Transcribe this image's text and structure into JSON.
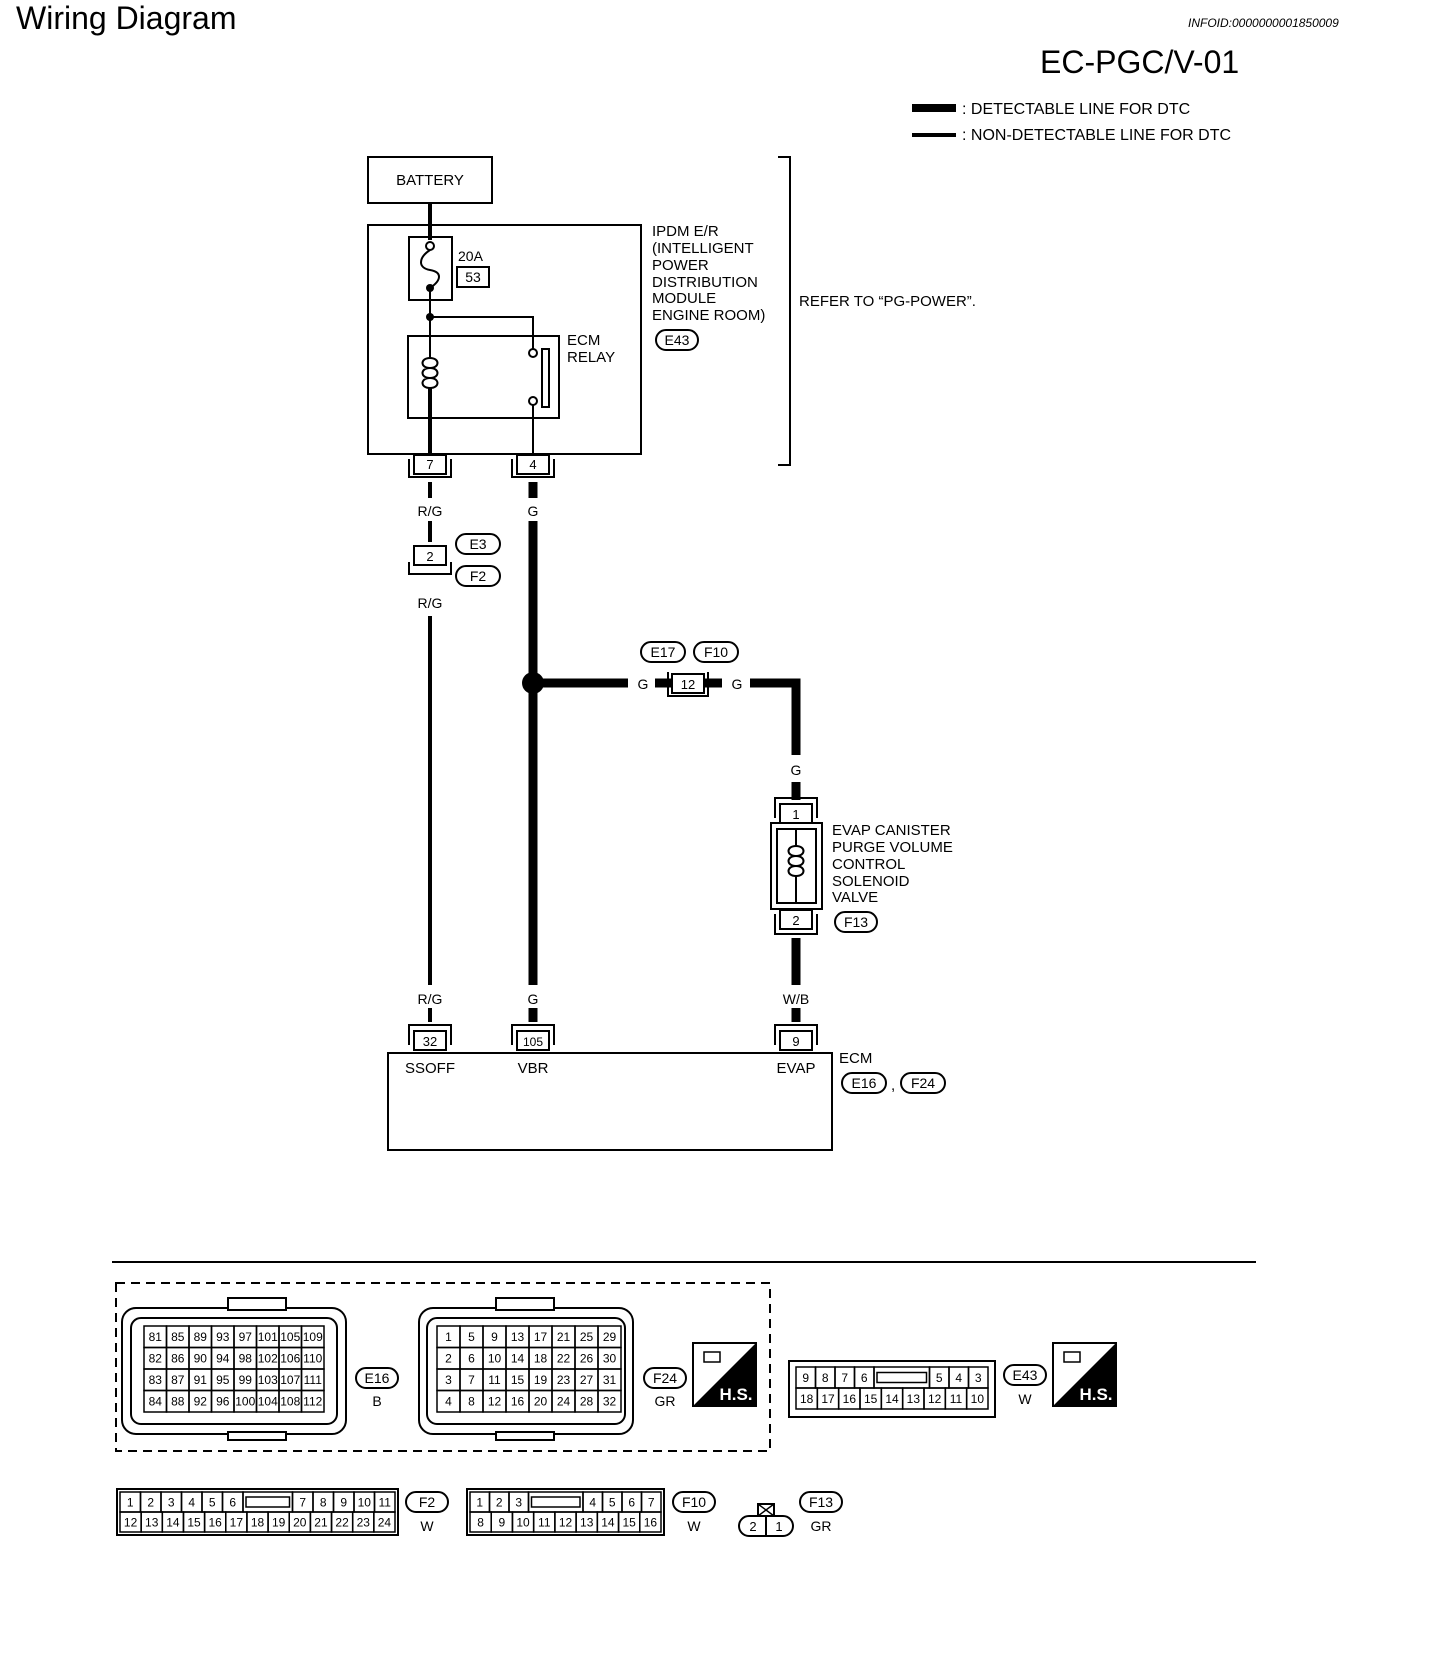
{
  "header": {
    "title": "Wiring Diagram",
    "infoid": "INFOID:0000000001850009",
    "page_code": "EC-PGC/V-01"
  },
  "legend": {
    "detectable": ": DETECTABLE LINE FOR DTC",
    "non_detectable": ": NON-DETECTABLE LINE FOR DTC"
  },
  "battery": {
    "label": "BATTERY"
  },
  "ipdm": {
    "fuse_rating": "20A",
    "fuse_number": "53",
    "name_lines": [
      "IPDM E/R",
      "(INTELLIGENT",
      "POWER",
      "DISTRIBUTION",
      "MODULE",
      "ENGINE ROOM)"
    ],
    "connector": "E43",
    "refer": "REFER TO “PG-POWER”.",
    "relay_label_lines": [
      "ECM",
      "RELAY"
    ],
    "pin_left": "7",
    "pin_right": "4"
  },
  "wires": {
    "rg": "R/G",
    "g": "G",
    "wb": "W/B"
  },
  "joint_e3": {
    "pin": "2",
    "conn_a": "E3",
    "conn_b": "F2"
  },
  "joint_e17": {
    "pin": "12",
    "conn_a": "E17",
    "conn_b": "F10"
  },
  "solenoid": {
    "pin_top": "1",
    "pin_bottom": "2",
    "name_lines": [
      "EVAP CANISTER",
      "PURGE VOLUME",
      "CONTROL",
      "SOLENOID",
      "VALVE"
    ],
    "connector": "F13"
  },
  "ecm": {
    "label": "ECM",
    "conn_a": "E16",
    "conn_b": "F24",
    "separator": ",",
    "terminals": [
      {
        "pin": "32",
        "name": "SSOFF"
      },
      {
        "pin": "105",
        "name": "VBR"
      },
      {
        "pin": "9",
        "name": "EVAP"
      }
    ]
  },
  "connector_views": {
    "e16": {
      "id": "E16",
      "color": "B",
      "rows": [
        [
          "81",
          "85",
          "89",
          "93",
          "97",
          "101",
          "105",
          "109"
        ],
        [
          "82",
          "86",
          "90",
          "94",
          "98",
          "102",
          "106",
          "110"
        ],
        [
          "83",
          "87",
          "91",
          "95",
          "99",
          "103",
          "107",
          "111"
        ],
        [
          "84",
          "88",
          "92",
          "96",
          "100",
          "104",
          "108",
          "112"
        ]
      ]
    },
    "f24": {
      "id": "F24",
      "color": "GR",
      "badge": "H.S.",
      "rows": [
        [
          "1",
          "5",
          "9",
          "13",
          "17",
          "21",
          "25",
          "29"
        ],
        [
          "2",
          "6",
          "10",
          "14",
          "18",
          "22",
          "26",
          "30"
        ],
        [
          "3",
          "7",
          "11",
          "15",
          "19",
          "23",
          "27",
          "31"
        ],
        [
          "4",
          "8",
          "12",
          "16",
          "20",
          "24",
          "28",
          "32"
        ]
      ]
    },
    "e43": {
      "id": "E43",
      "color": "W",
      "badge": "H.S.",
      "row1": [
        "9",
        "8",
        "7",
        "6",
        "",
        "5",
        "4",
        "3"
      ],
      "row2": [
        "18",
        "17",
        "16",
        "15",
        "14",
        "13",
        "12",
        "11",
        "10"
      ]
    },
    "f2": {
      "id": "F2",
      "color": "W",
      "row1": [
        "1",
        "2",
        "3",
        "4",
        "5",
        "6",
        "",
        "7",
        "8",
        "9",
        "10",
        "11"
      ],
      "row2": [
        "12",
        "13",
        "14",
        "15",
        "16",
        "17",
        "18",
        "19",
        "20",
        "21",
        "22",
        "23",
        "24"
      ]
    },
    "f10": {
      "id": "F10",
      "color": "W",
      "row1": [
        "1",
        "2",
        "3",
        "",
        "4",
        "5",
        "6",
        "7"
      ],
      "row2": [
        "8",
        "9",
        "10",
        "11",
        "12",
        "13",
        "14",
        "15",
        "16"
      ]
    },
    "f13": {
      "id": "F13",
      "color": "GR",
      "pins": [
        "2",
        "1"
      ]
    }
  }
}
